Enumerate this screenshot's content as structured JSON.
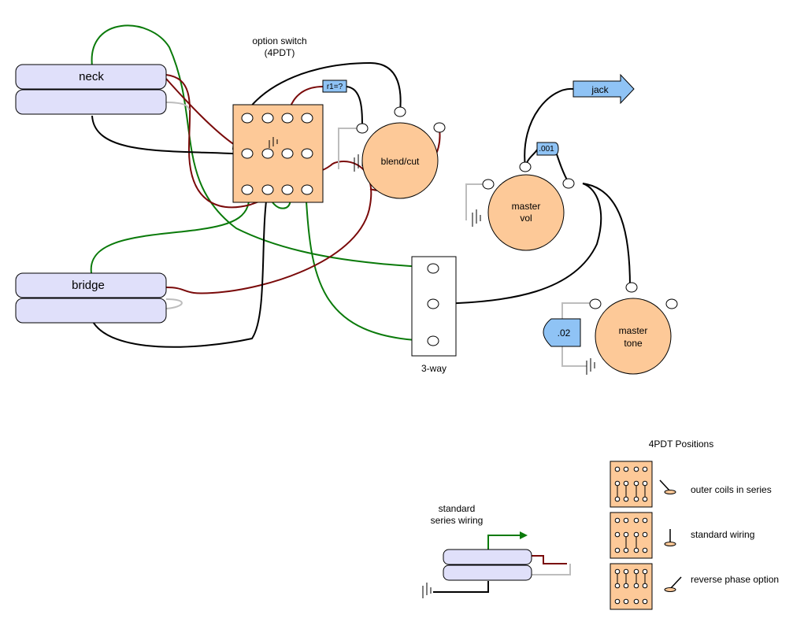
{
  "labels": {
    "option_switch": "option switch",
    "option_switch_type": "(4PDT)",
    "neck": "neck",
    "bridge": "bridge",
    "blend_cut": "blend/cut",
    "master_vol_1": "master",
    "master_vol_2": "vol",
    "master_tone_1": "master",
    "master_tone_2": "tone",
    "jack": "jack",
    "cap_001": ".001",
    "cap_02": ".02",
    "r1": "r1=?",
    "three_way": "3-way",
    "positions_title": "4PDT Positions",
    "pos_outer": "outer coils in series",
    "pos_standard": "standard wiring",
    "pos_reverse": "reverse phase option",
    "std_series_1": "standard",
    "std_series_2": "series wiring"
  },
  "colors": {
    "pot": "#fdc998",
    "coil": "#e0e0fa",
    "tag": "#8fc3f5",
    "green_wire": "#0a7a0a",
    "red_wire": "#7a0a0a",
    "gray_wire": "#bdbdbd"
  }
}
